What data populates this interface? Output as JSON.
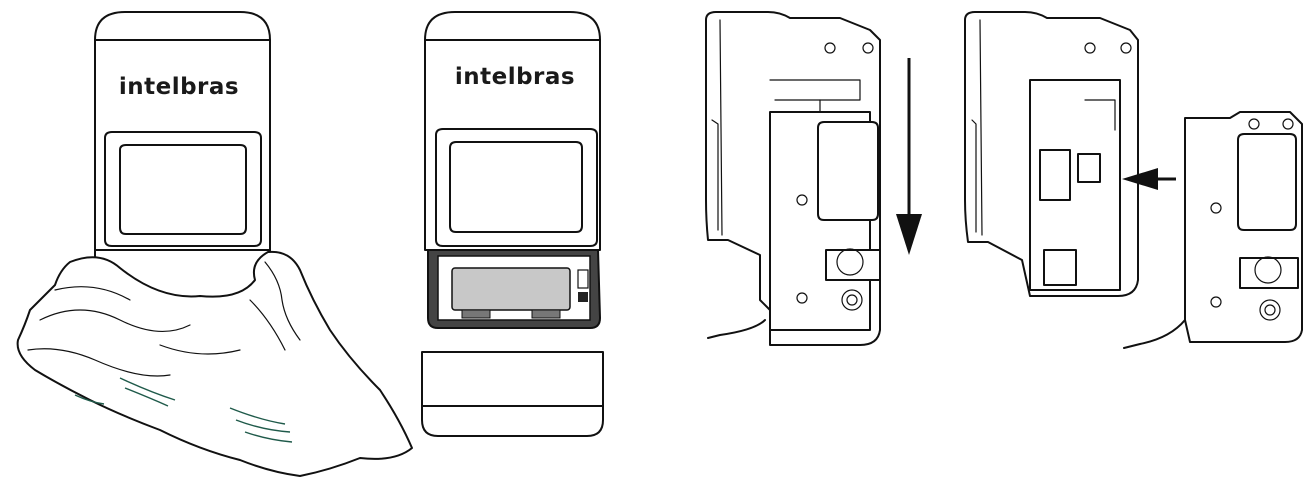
{
  "figures": {
    "sensor_1": {
      "brand": "intelbras"
    },
    "sensor_2": {
      "brand": "intelbras"
    }
  },
  "colors": {
    "line": "#111111",
    "battery_fill": "#c8c8c8",
    "compartment_fill": "#444444",
    "cloth_stripes": "#1f5a4a"
  },
  "arrows": [
    {
      "name": "down-arrow",
      "direction": "down"
    },
    {
      "name": "left-arrow",
      "direction": "left"
    }
  ]
}
